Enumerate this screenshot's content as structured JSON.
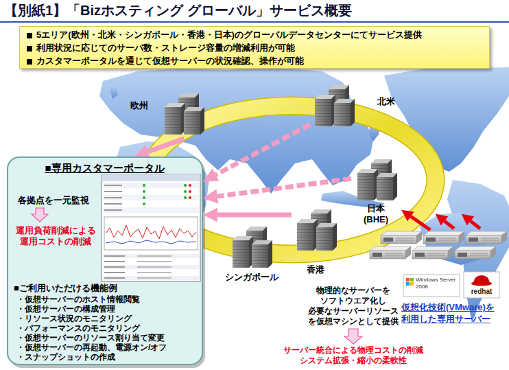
{
  "diagram": {
    "title": "【別紙1】「Bizホスティング グローバル」サービス概要",
    "nodes": [
      {
        "text": [
          "5エリア(欧州・北米・シンガポール・香港・日本)のグローバルデータセンターにてサービス提供",
          "利用状況に応じてのサーバ数・ストレージ容量の増減利用が可能",
          "カスタマーポータルを通じて仮想サーバーの状況確認、操作が可能"
        ]
      },
      {
        "text": [
          "欧州"
        ]
      },
      {
        "text": [
          "北米"
        ]
      },
      {
        "text": [
          "日本 (BHE)"
        ]
      },
      {
        "text": [
          "香港"
        ]
      },
      {
        "text": [
          "シンガポール"
        ]
      },
      {
        "text": [
          "■専用カスタマーポータル",
          "各拠点を一元監視",
          "運用負荷削減による運用コストの削減",
          "■ご利用いただける機能例",
          "・仮想サーバーのホスト情報閲覧",
          "・仮想サーバーの構成管理",
          "・リソース状況のモニタリング",
          "・パフォーマンスのモニタリング",
          "・仮想サーバーのリソース割り当て変更",
          "・仮想サーバーの再起動、電源オン/オフ",
          "・スナップショットの作成"
        ]
      },
      {
        "text": [
          "仮想化技術(VMware)を 利用した専用サーバー"
        ]
      }
    ],
    "edges": [
      {
        "from": 1,
        "to": 6,
        "arrow": "to"
      },
      {
        "from": 2,
        "to": 6,
        "arrow": "to"
      },
      {
        "from": 3,
        "to": 6,
        "arrow": "to"
      },
      {
        "from": 4,
        "to": 6,
        "arrow": "to"
      },
      {
        "from": 7,
        "to": 3,
        "arrow": "to"
      }
    ],
    "labels": [
      "物理的なサーバーを ソフトウエア化し 必要なサーバーリソース を仮想マシンとして提供",
      "サーバー統合による物理コストの削減",
      "システム拡張・縮小の柔軟性",
      "Windows Server 2008",
      "redhat"
    ]
  }
}
